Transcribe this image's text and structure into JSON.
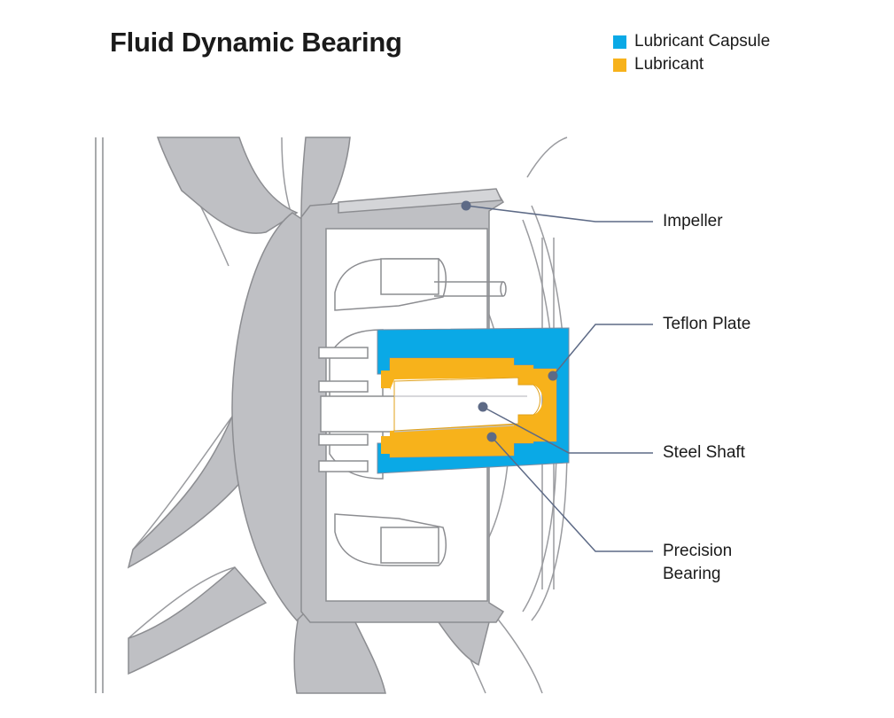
{
  "title": "Fluid Dynamic Bearing",
  "legend": [
    {
      "label": "Lubricant Capsule",
      "color": "#0aa9e6"
    },
    {
      "label": "Lubricant",
      "color": "#f7b21b"
    }
  ],
  "callouts": {
    "impeller": "Impeller",
    "teflon_plate": "Teflon Plate",
    "steel_shaft": "Steel Shaft",
    "precision_bearing_line1": "Precision",
    "precision_bearing_line2": "Bearing"
  },
  "colors": {
    "housing_gray": "#bfc0c4",
    "outline_gray": "#8c8d91",
    "leader_line": "#5d6a86"
  }
}
